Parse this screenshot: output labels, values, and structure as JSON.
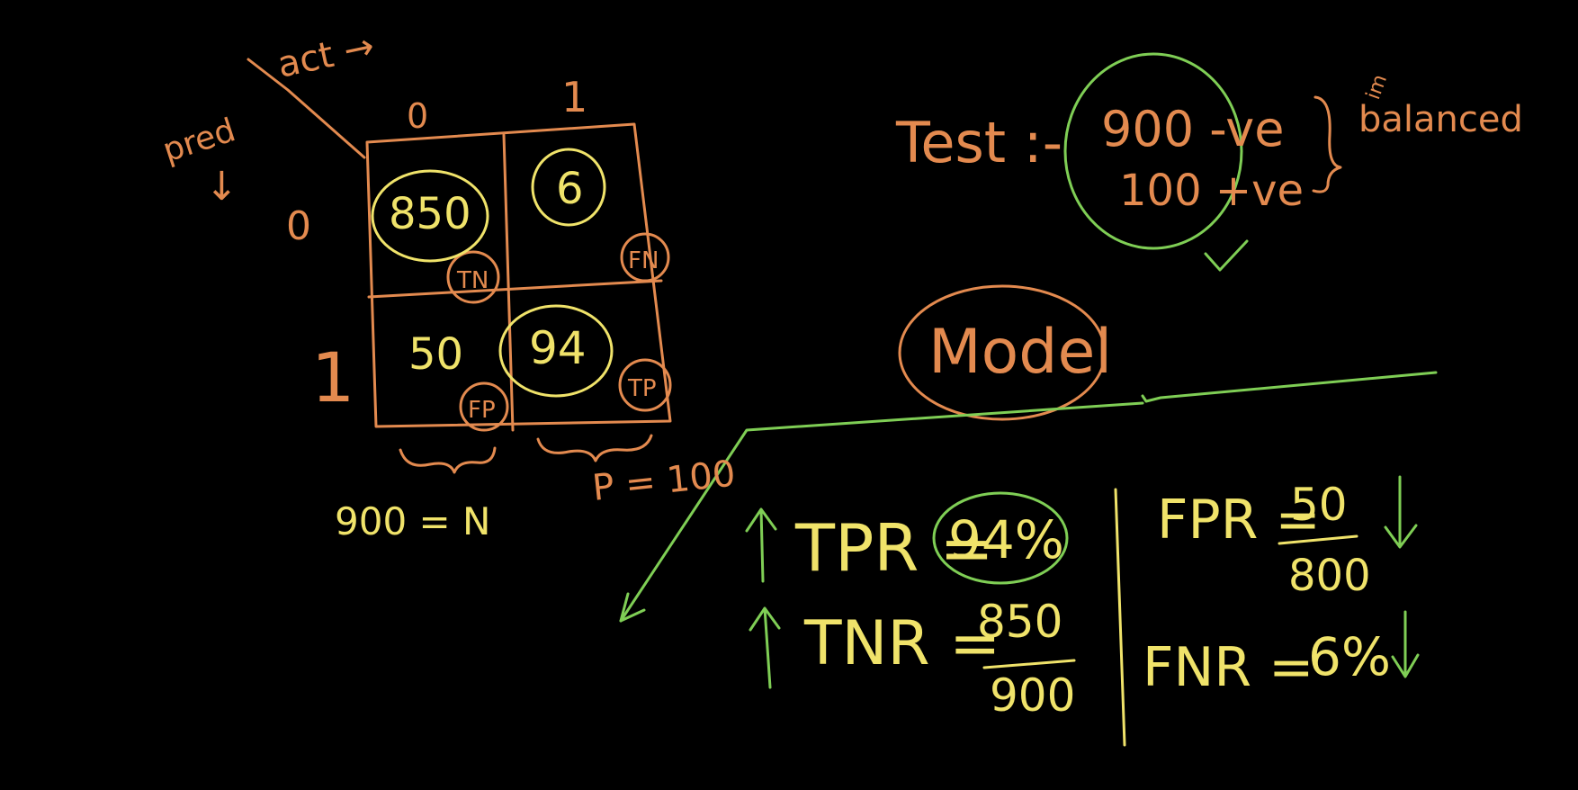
{
  "colors": {
    "background": "#000000",
    "orange": "#e38a4f",
    "yellow": "#f0e36a",
    "green": "#7fce55"
  },
  "matrix": {
    "corner_top": "act →",
    "corner_left": "pred",
    "corner_left_arrow": "↓",
    "col0": "0",
    "col1": "1",
    "row0": "0",
    "row1": "1",
    "tn_value": "850",
    "fn_value": "6",
    "fp_value": "50",
    "tp_value": "94",
    "tn_tag": "TN",
    "fn_tag": "FN",
    "fp_tag": "FP",
    "tp_tag": "TP",
    "n_total": "900 = N",
    "p_total": "P = 100"
  },
  "test": {
    "label": "Test :-",
    "neg": "900 -ve",
    "pos": "100 +ve",
    "note_lim": "im",
    "note_balanced": "balanced",
    "check": "✓"
  },
  "model": {
    "label": "Model"
  },
  "metrics": {
    "tpr_arrow": "↑",
    "tpr": "TPR =",
    "tpr_value": "94%",
    "tnr_arrow": "↑",
    "tnr": "TNR =",
    "tnr_num": "850",
    "tnr_den": "900",
    "fpr": "FPR =",
    "fpr_num": "50",
    "fpr_den": "800",
    "fpr_arrow": "↓",
    "fnr": "FNR =",
    "fnr_value": "6%",
    "fnr_arrow": "↓"
  }
}
